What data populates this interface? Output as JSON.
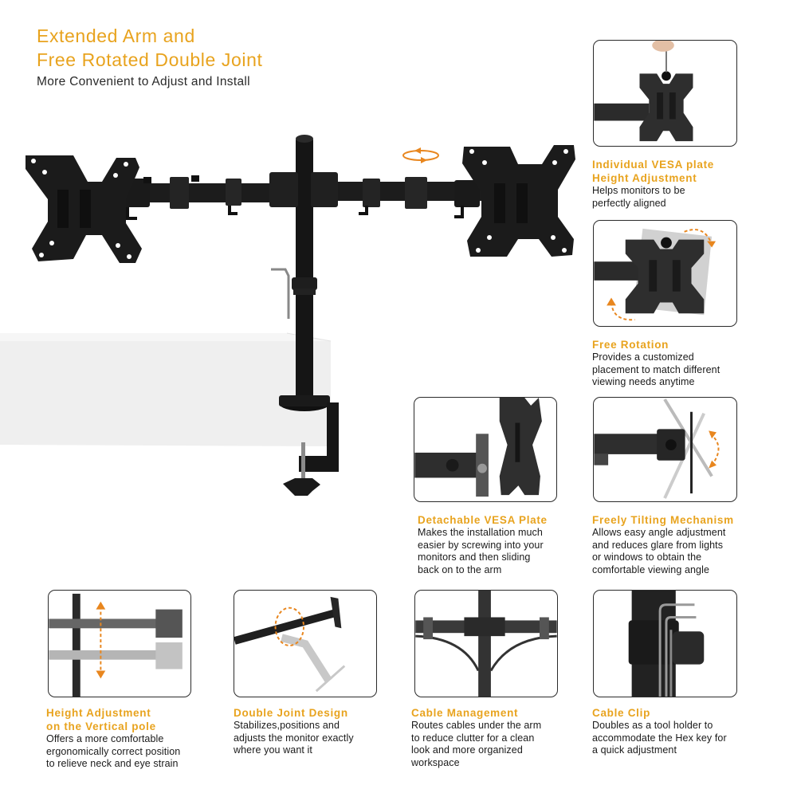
{
  "headline": {
    "line1": "Extended Arm and",
    "line2": "Free Rotated Double Joint",
    "subtitle": "More Convenient to Adjust and Install"
  },
  "colors": {
    "accent": "#e8a31e",
    "text": "#1a1a1a",
    "frame": "#2b2b2b",
    "metal": "#1c1c1c",
    "desk": "#efefef"
  },
  "hero": {
    "icon": "rotate-arrows-icon",
    "description_alt": "Dual monitor desk mount clamped to desk edge"
  },
  "features": [
    {
      "id": "vesa-height",
      "title_lines": [
        "Individual VESA plate",
        "Height Adjustment"
      ],
      "desc_lines": [
        "Helps monitors to be",
        "perfectly aligned"
      ]
    },
    {
      "id": "free-rotation",
      "title_lines": [
        "Free Rotation"
      ],
      "desc_lines": [
        "Provides a customized",
        "placement to match different",
        "viewing needs anytime"
      ]
    },
    {
      "id": "detachable-vesa",
      "title_lines": [
        "Detachable VESA Plate"
      ],
      "desc_lines": [
        "Makes the installation much",
        "easier by screwing into your",
        "monitors and then sliding",
        "back on to the arm"
      ]
    },
    {
      "id": "tilting",
      "title_lines": [
        "Freely Tilting Mechanism"
      ],
      "desc_lines": [
        "Allows easy angle adjustment",
        "and reduces glare from lights",
        "or windows to obtain the",
        "comfortable viewing angle"
      ]
    },
    {
      "id": "pole-height",
      "title_lines": [
        "Height Adjustment",
        "on the Vertical pole"
      ],
      "desc_lines": [
        "Offers a more comfortable",
        "ergonomically correct position",
        "to relieve neck and eye strain"
      ]
    },
    {
      "id": "double-joint",
      "title_lines": [
        "Double Joint Design"
      ],
      "desc_lines": [
        "Stabilizes,positions and",
        "adjusts the monitor exactly",
        "where you want it"
      ]
    },
    {
      "id": "cable-management",
      "title_lines": [
        "Cable Management"
      ],
      "desc_lines": [
        "Routes cables under the arm",
        "to reduce clutter for a clean",
        "look and more organized",
        "workspace"
      ]
    },
    {
      "id": "cable-clip",
      "title_lines": [
        "Cable Clip"
      ],
      "desc_lines": [
        "Doubles as a tool holder to",
        "accommodate the Hex key for",
        "a quick adjustment"
      ]
    }
  ]
}
